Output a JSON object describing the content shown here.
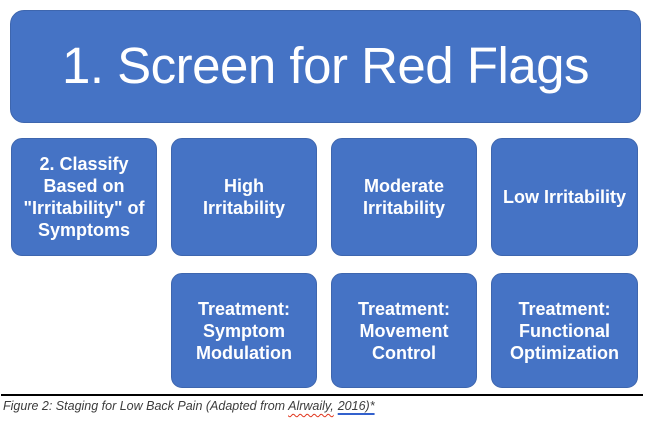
{
  "figure": {
    "title_box": {
      "lines": [
        "1. Screen for Red Flags"
      ]
    },
    "classification_boxes": [
      {
        "id": "classify",
        "lines": [
          "2. Classify",
          "Based on",
          "\"Irritability\" of",
          "Symptoms"
        ]
      },
      {
        "id": "high-irritability",
        "lines": [
          "High",
          "Irritability"
        ]
      },
      {
        "id": "moderate-irritability",
        "lines": [
          "Moderate",
          "Irritability"
        ]
      },
      {
        "id": "low-irritability",
        "lines": [
          "Low Irritability"
        ]
      }
    ],
    "treatment_boxes": [
      {
        "id": "symptom-modulation",
        "lines": [
          "Treatment:",
          "Symptom",
          "Modulation"
        ]
      },
      {
        "id": "movement-control",
        "lines": [
          "Treatment:",
          "Movement",
          "Control"
        ]
      },
      {
        "id": "functional-optimization",
        "lines": [
          "Treatment:",
          "Functional",
          "Optimization"
        ]
      }
    ],
    "caption": {
      "prefix": "Figure 2: Staging for Low Back Pain (Adapted from ",
      "misspelled_word": "Alrwaily,",
      "link_text": "2016)*"
    },
    "colors": {
      "box_fill": "#4573C5",
      "box_border": "#3E66AE",
      "box_text": "#FFFFFF",
      "divider": "#000000",
      "caption_text": "#3C3C3C",
      "link_underline": "#3361CD",
      "spellcheck_underline": "#E0341B"
    }
  }
}
